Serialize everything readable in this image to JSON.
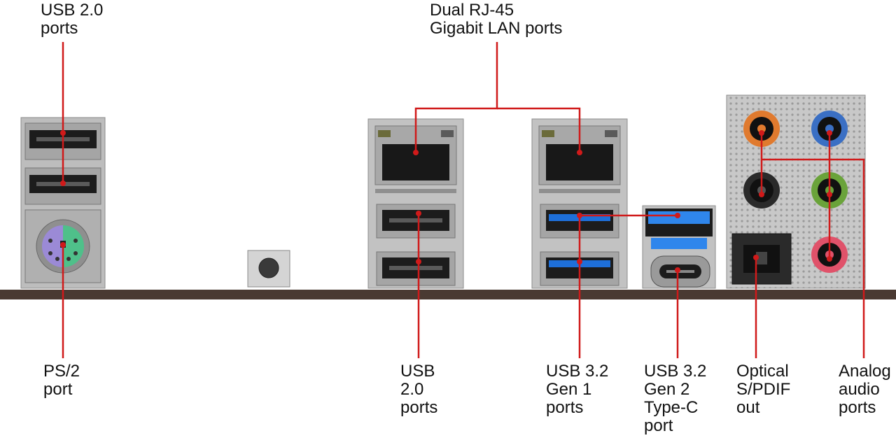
{
  "labels": {
    "usb20_top": [
      "USB 2.0",
      "ports"
    ],
    "lan": [
      "Dual RJ-45",
      "Gigabit LAN ports"
    ],
    "ps2": [
      "PS/2",
      "port"
    ],
    "usb20_bottom": [
      "USB",
      "2.0",
      "ports"
    ],
    "usb32_gen1": [
      "USB 3.2",
      "Gen 1",
      "ports"
    ],
    "usb32_gen2": [
      "USB 3.2",
      "Gen 2",
      "Type-C",
      "port"
    ],
    "spdif": [
      "Optical",
      "S/PDIF",
      "out"
    ],
    "audio": [
      "Analog",
      "audio",
      "ports"
    ]
  },
  "colors": {
    "leader_line": "#d01a1a",
    "board": "#4a3a32",
    "metal": "#b9b9b9",
    "port_dark": "#1a1a1a",
    "usb3_blue": "#1e6fd9",
    "ps2_purple": "#9b8ad6",
    "ps2_green": "#4fc08a",
    "audio_orange": "#e07a2e",
    "audio_blue": "#3a6fc4",
    "audio_black": "#2a2a2a",
    "audio_green": "#6aa33a",
    "audio_pink": "#e0526a"
  }
}
